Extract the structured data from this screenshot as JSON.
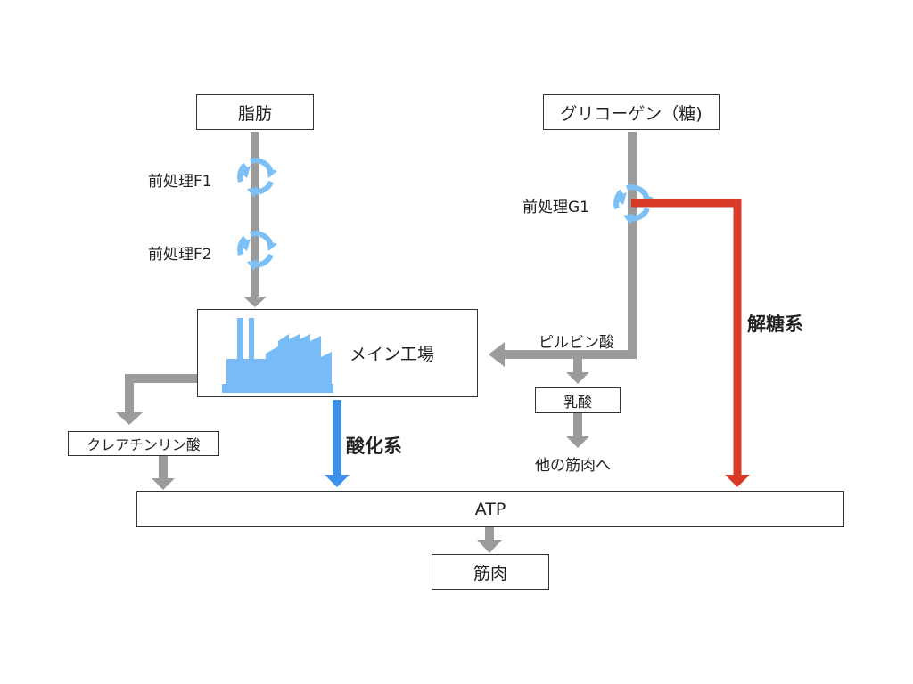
{
  "nodes": {
    "fat": "脂肪",
    "glycogen": "グリコーゲン（糖)",
    "main_factory": "メイン工場",
    "creatine_phosphate": "クレアチンリン酸",
    "lactic_acid": "乳酸",
    "atp": "ATP",
    "muscle": "筋肉"
  },
  "labels": {
    "preprocess_f1": "前処理F1",
    "preprocess_f2": "前処理F2",
    "preprocess_g1": "前処理G1",
    "pyruvic_acid": "ピルビン酸",
    "to_other_muscles": "他の筋肉へ",
    "oxidative_system": "酸化系",
    "glycolytic_system": "解糖系"
  },
  "colors": {
    "flow_gray": "#9b9b9b",
    "oxidative_blue": "#3d8fea",
    "glycolytic_red": "#d93a28",
    "cycle_light_blue": "#7cc0f5",
    "factory_blue": "#78bcf7"
  },
  "icons": [
    "cycle-icon",
    "factory-icon"
  ]
}
